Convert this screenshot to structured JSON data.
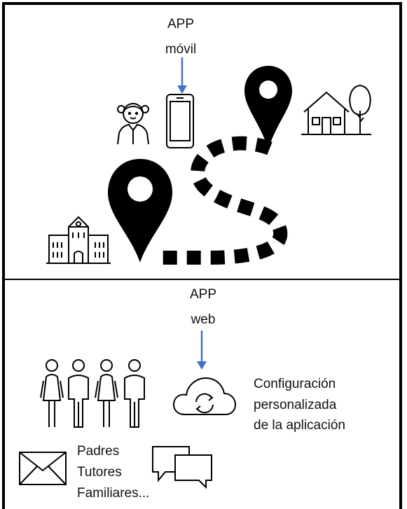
{
  "top": {
    "app_label_line1": "APP",
    "app_label_line2": "móvil"
  },
  "bottom": {
    "app_label_line1": "APP",
    "app_label_line2": "web",
    "config_line1": "Configuración",
    "config_line2": "personalizada",
    "config_line3": "de la aplicación",
    "roles_line1": "Padres",
    "roles_line2": "Tutores",
    "roles_line3": "Familiares..."
  },
  "colors": {
    "arrow": "#4472c4",
    "stroke": "#000000"
  },
  "icons": [
    "child-icon",
    "smartphone-icon",
    "location-pin-icon",
    "house-with-tree-icon",
    "school-building-icon",
    "family-group-icon",
    "cloud-sync-icon",
    "envelope-icon",
    "chat-bubbles-icon"
  ]
}
